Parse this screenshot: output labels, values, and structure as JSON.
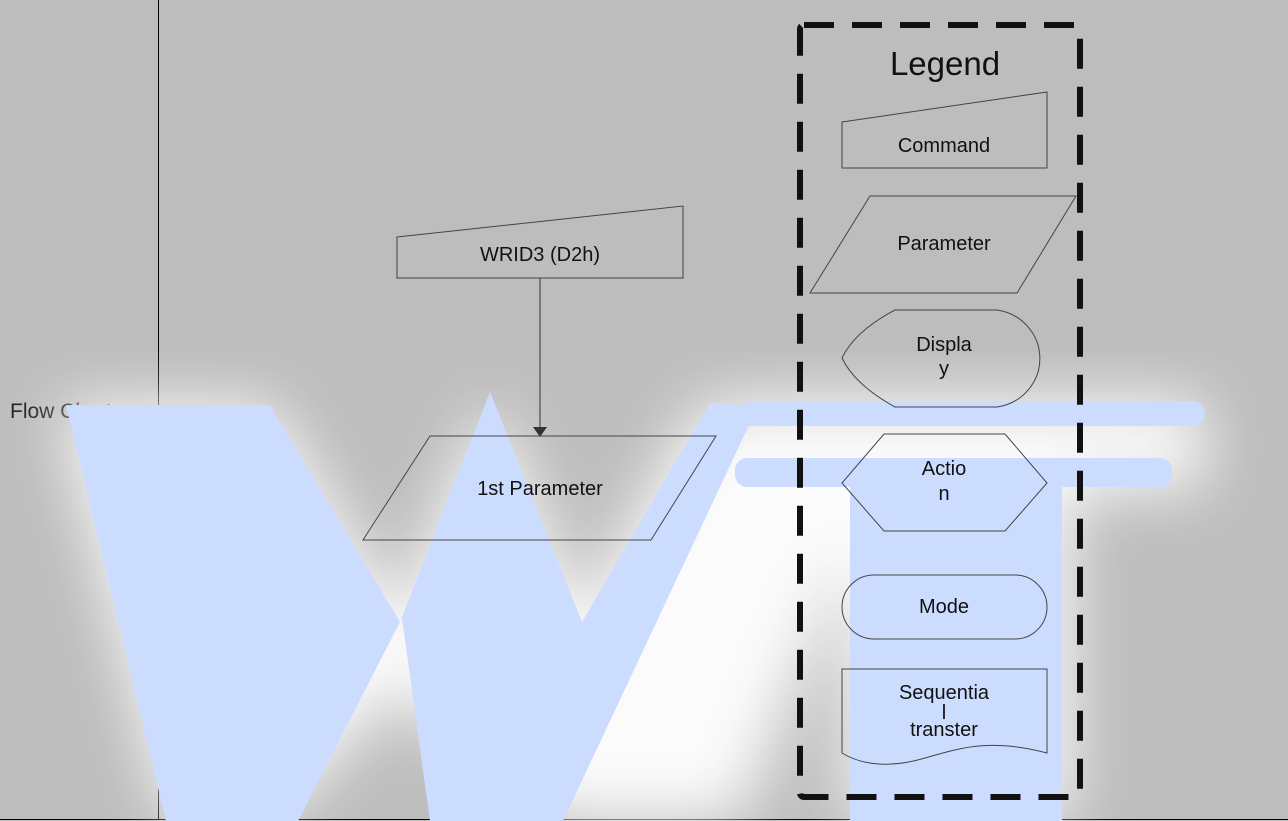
{
  "row_label": "Flow Chart",
  "flow": {
    "command": "WRID3 (D2h)",
    "parameter": "1st Parameter"
  },
  "legend": {
    "title": "Legend",
    "command": "Command",
    "parameter": "Parameter",
    "display_line1": "Displa",
    "display_line2": "y",
    "action_line1": "Actio",
    "action_line2": "n",
    "mode": "Mode",
    "seq_line1": "Sequentia",
    "seq_line2": "l",
    "seq_line3": "transter"
  },
  "colors": {
    "background": "#bdbdbd",
    "watermark": "#ccdcff",
    "border": "#000000"
  }
}
